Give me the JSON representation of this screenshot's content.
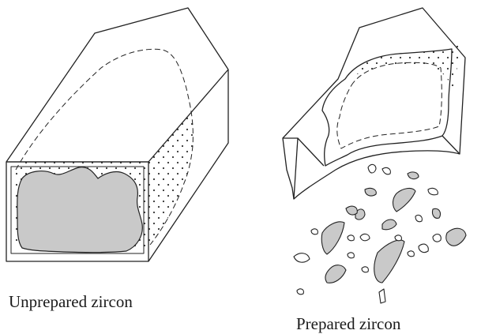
{
  "captions": {
    "unprepared": "Unprepared zircon",
    "prepared": "Prepared zircon"
  },
  "colors": {
    "line": "#222222",
    "core_fill": "#c9c9c9",
    "dots": "#333333"
  },
  "icons": [
    "unprepared-zircon-crystal",
    "prepared-zircon-shell",
    "zircon-fragments"
  ]
}
